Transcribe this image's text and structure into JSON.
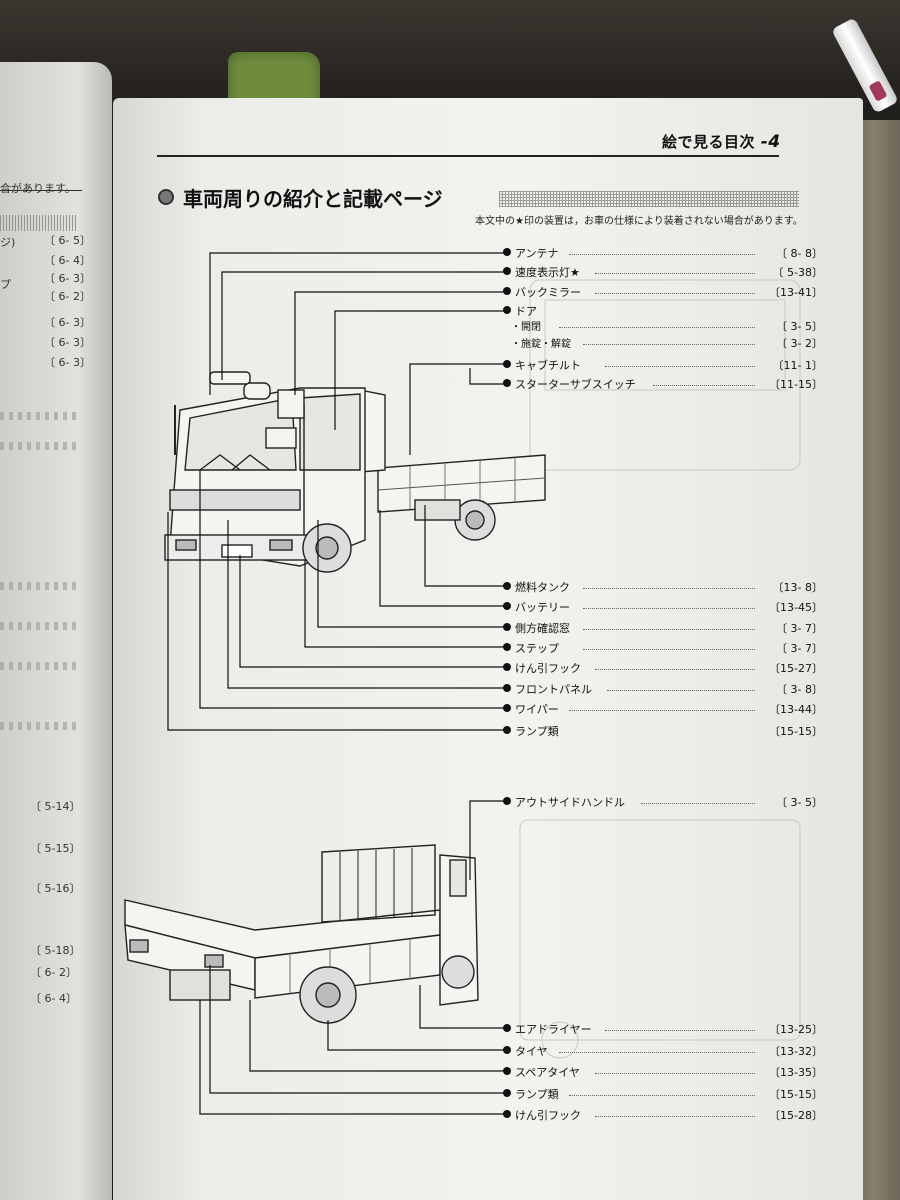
{
  "header": {
    "title": "絵で見る目次",
    "page_no": "-4"
  },
  "section": {
    "title": "車両周りの紹介と記載ページ",
    "note": "本文中の★印の装置は，お車の仕様により装着されない場合があります。"
  },
  "front_view": [
    {
      "label": "アンテナ",
      "page": "〔 8- 8〕"
    },
    {
      "label": "速度表示灯★",
      "page": "〔 5-38〕"
    },
    {
      "label": "バックミラー",
      "page": "〔13-41〕"
    },
    {
      "label": "ドア",
      "page": ""
    },
    {
      "label": "・開閉",
      "page": "〔 3- 5〕"
    },
    {
      "label": "・施錠・解錠",
      "page": "〔 3- 2〕"
    },
    {
      "label": "キャブチルト",
      "page": "〔11- 1〕"
    },
    {
      "label": "スターターサブスイッチ",
      "page": "〔11-15〕"
    },
    {
      "label": "燃料タンク",
      "page": "〔13- 8〕"
    },
    {
      "label": "バッテリー",
      "page": "〔13-45〕"
    },
    {
      "label": "側方確認窓",
      "page": "〔 3- 7〕"
    },
    {
      "label": "ステップ",
      "page": "〔 3- 7〕"
    },
    {
      "label": "けん引フック",
      "page": "〔15-27〕"
    },
    {
      "label": "フロントパネル",
      "page": "〔 3- 8〕"
    },
    {
      "label": "ワイパー",
      "page": "〔13-44〕"
    },
    {
      "label": "ランプ類",
      "page": "〔15-15〕"
    }
  ],
  "rear_view": [
    {
      "label": "アウトサイドハンドル",
      "page": "〔 3- 5〕"
    },
    {
      "label": "エアドライヤー",
      "page": "〔13-25〕"
    },
    {
      "label": "タイヤ",
      "page": "〔13-32〕"
    },
    {
      "label": "スペアタイヤ",
      "page": "〔13-35〕"
    },
    {
      "label": "ランプ類",
      "page": "〔15-15〕"
    },
    {
      "label": "けん引フック",
      "page": "〔15-28〕"
    }
  ],
  "left_page": {
    "top_text": "合があります。",
    "refs": [
      "〔 6- 5〕",
      "〔 6- 4〕",
      "〔 6- 3〕",
      "〔 6- 2〕",
      "〔 6- 3〕",
      "〔 6- 3〕",
      "〔 6- 3〕",
      "〔 5-14〕",
      "〔 5-15〕",
      "〔 5-16〕",
      "〔 5-18〕",
      "〔 6- 2〕",
      "〔 6- 4〕"
    ],
    "frags": [
      "ジ)",
      "プ"
    ]
  }
}
